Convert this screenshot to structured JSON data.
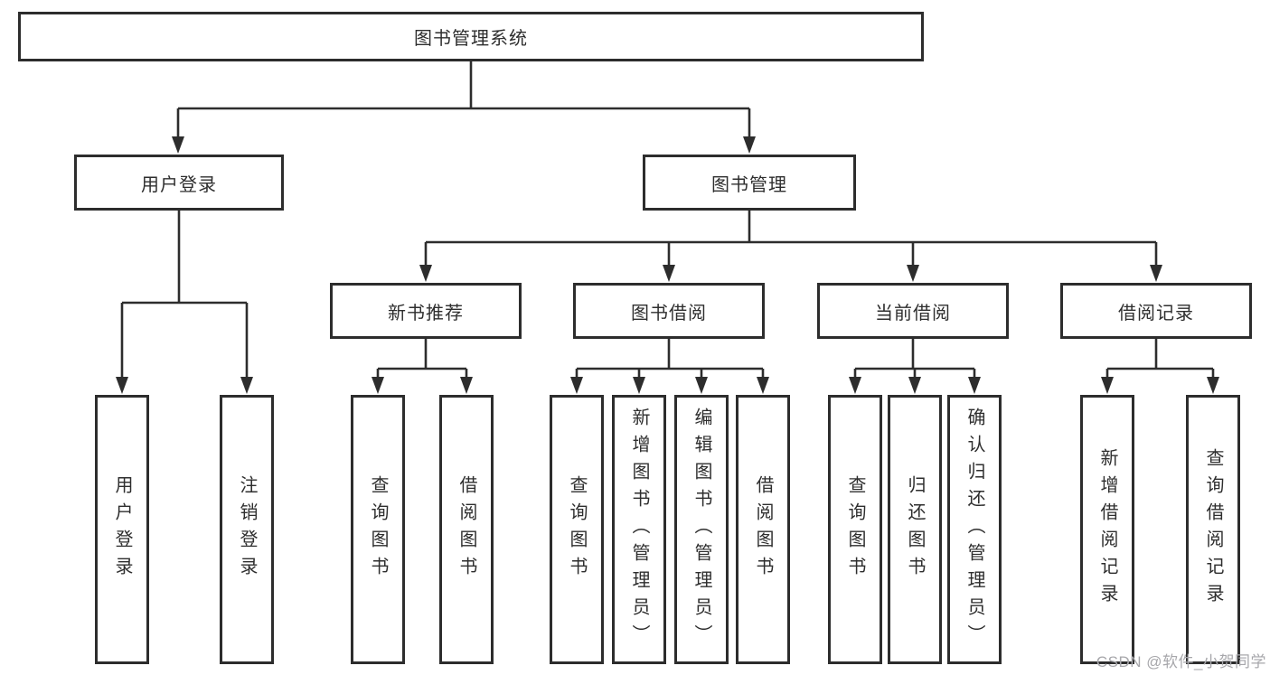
{
  "diagram": {
    "type": "tree",
    "colors": {
      "line": "#2d2d2d",
      "box_border": "#2d2d2d",
      "text": "#2e2e2e",
      "background": "#ffffff",
      "watermark": "#a7a7ab"
    },
    "watermark": "CSDN @软件_小贺同学",
    "root": {
      "label": "图书管理系统"
    },
    "branches": [
      {
        "label": "用户登录",
        "leaves": [
          {
            "label": "用户登录"
          },
          {
            "label": "注销登录"
          }
        ]
      },
      {
        "label": "图书管理",
        "groups": [
          {
            "label": "新书推荐",
            "leaves": [
              {
                "label": "查询图书"
              },
              {
                "label": "借阅图书"
              }
            ]
          },
          {
            "label": "图书借阅",
            "leaves": [
              {
                "label": "查询图书"
              },
              {
                "label": "新增图书（管理员）"
              },
              {
                "label": "编辑图书（管理员）"
              },
              {
                "label": "借阅图书"
              }
            ]
          },
          {
            "label": "当前借阅",
            "leaves": [
              {
                "label": "查询图书"
              },
              {
                "label": "归还图书"
              },
              {
                "label": "确认归还（管理员）"
              }
            ]
          },
          {
            "label": "借阅记录",
            "leaves": [
              {
                "label": "新增借阅记录"
              },
              {
                "label": "查询借阅记录"
              }
            ]
          }
        ]
      }
    ]
  }
}
